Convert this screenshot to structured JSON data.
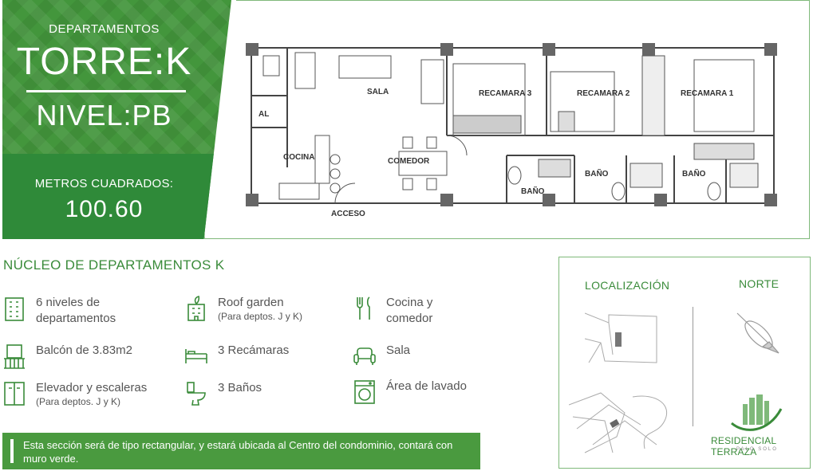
{
  "header": {
    "subtitle": "DEPARTAMENTOS",
    "tower": "TORRE:K",
    "level": "NIVEL:PB",
    "area_label": "METROS CUADRADOS:",
    "area_value": "100.60"
  },
  "plan": {
    "labels": {
      "al": "AL",
      "sala": "SALA",
      "cocina": "COCINA",
      "comedor": "COMEDOR",
      "recamara3": "RECAMARA 3",
      "recamara2": "RECAMARA 2",
      "recamara1": "RECAMARA 1",
      "bano_a": "BAÑO",
      "bano_b": "BAÑO",
      "bano_c": "BAÑO",
      "acceso": "ACCESO"
    }
  },
  "features": {
    "title": "NÚCLEO DE DEPARTAMENTOS K",
    "items": [
      {
        "icon": "building-icon",
        "line1": "6 niveles de",
        "line2": "departamentos",
        "note": ""
      },
      {
        "icon": "balcony-icon",
        "line1": "Balcón de 3.83m2",
        "line2": "",
        "note": ""
      },
      {
        "icon": "elevator-icon",
        "line1": "Elevador y escaleras",
        "line2": "",
        "note": "(Para deptos. J y K)"
      },
      {
        "icon": "roof-garden-icon",
        "line1": "Roof garden",
        "line2": "",
        "note": "(Para deptos. J y K)"
      },
      {
        "icon": "bed-icon",
        "line1": "3 Recámaras",
        "line2": "",
        "note": ""
      },
      {
        "icon": "toilet-icon",
        "line1": "3 Baños",
        "line2": "",
        "note": ""
      },
      {
        "icon": "cutlery-icon",
        "line1": "Cocina y",
        "line2": "comedor",
        "note": ""
      },
      {
        "icon": "sofa-icon",
        "line1": "Sala",
        "line2": "",
        "note": ""
      },
      {
        "icon": "washing-machine-icon",
        "line1": "Área de lavado",
        "line2": "",
        "note": ""
      }
    ]
  },
  "note": "Esta sección será de tipo rectangular, y estará ubicada al Centro del condominio, contará con muro verde.",
  "location": {
    "title": "LOCALIZACIÓN",
    "north": "NORTE",
    "brand": "RESIDENCIAL TERRAZA",
    "brand_tag": "PALO SOLO"
  },
  "colors": {
    "green": "#43963c",
    "dark_green": "#2f8a39",
    "text_green": "#3a8b3a"
  }
}
